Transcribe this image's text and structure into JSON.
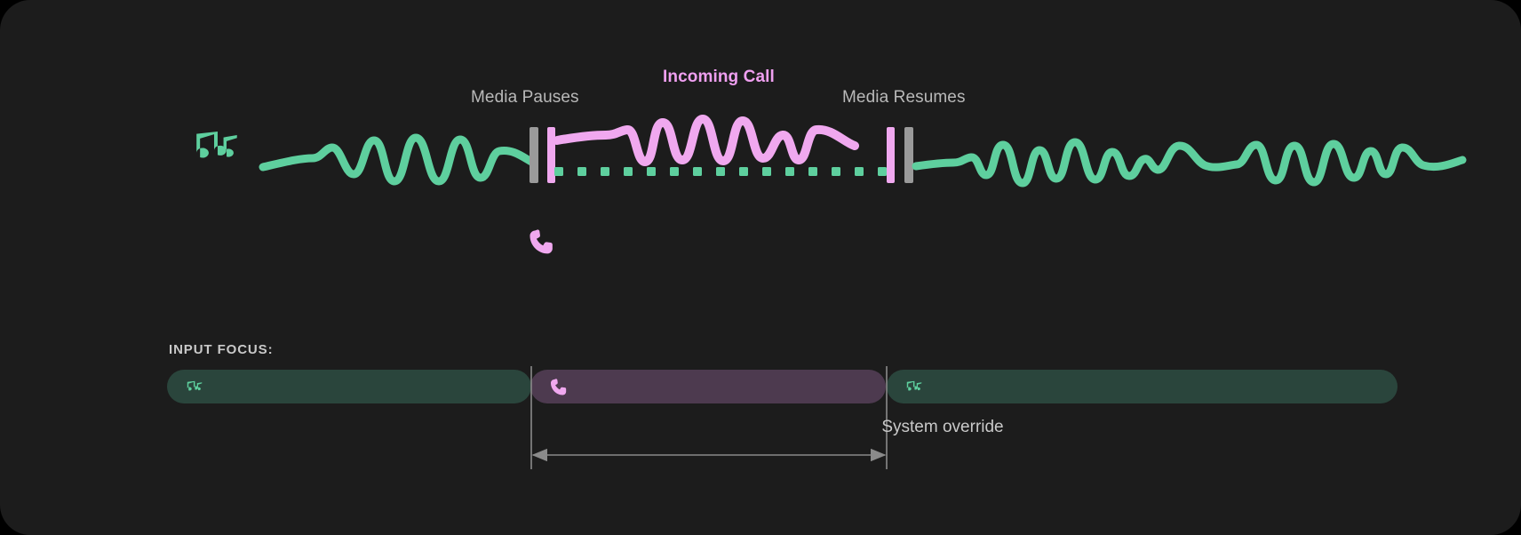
{
  "theme": {
    "background": "#1c1c1c",
    "media_accent": "#5ecf9e",
    "call_accent": "#f0a8ef",
    "marker_gray": "#9a9a9a",
    "text_muted": "#b9b9b9",
    "focus_media_bg": "#2a453c",
    "focus_call_bg": "#4d3a4f"
  },
  "timeline": {
    "labels": {
      "media_pauses": "Media Pauses",
      "incoming_call": "Incoming Call",
      "media_resumes": "Media Resumes"
    },
    "icons": {
      "music": "music-notes-icon",
      "phone": "phone-icon"
    },
    "segments": [
      {
        "name": "media-before",
        "state": "playing",
        "accent": "#5ecf9e"
      },
      {
        "name": "incoming-call",
        "state": "ringing",
        "accent": "#f0a8ef"
      },
      {
        "name": "media-after",
        "state": "playing",
        "accent": "#5ecf9e"
      }
    ]
  },
  "input_focus": {
    "heading": "INPUT FOCUS:",
    "bars": [
      {
        "name": "media-before",
        "owner": "media",
        "icon": "music-notes-icon"
      },
      {
        "name": "call",
        "owner": "call",
        "icon": "phone-icon"
      },
      {
        "name": "media-after",
        "owner": "media",
        "icon": "music-notes-icon"
      }
    ],
    "override_label": "System override"
  }
}
